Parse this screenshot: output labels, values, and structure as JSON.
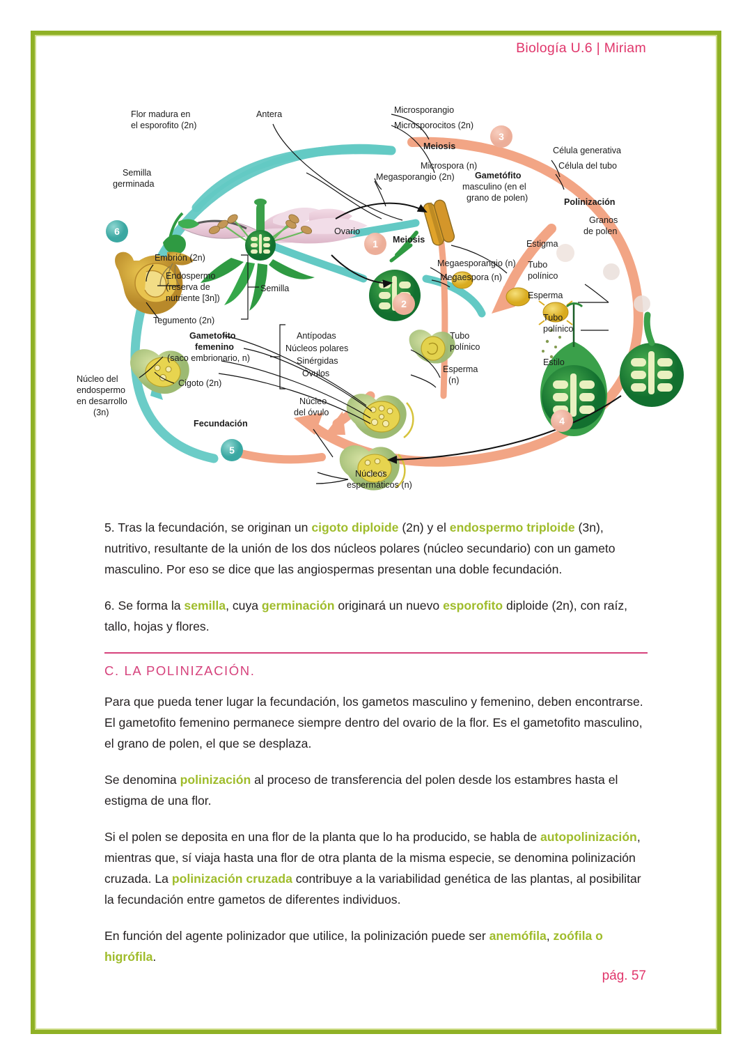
{
  "header": {
    "title": "Biología U.6  |  Miriam"
  },
  "footer": {
    "page_label": "pág. 57"
  },
  "colors": {
    "frame_green": "#8fb125",
    "frame_green_light": "#cfdd8c",
    "accent_pink": "#e0366b",
    "rule_pink": "#d6427c",
    "highlight_green": "#9fbc2b",
    "cycle_teal": "#63c9c4",
    "cycle_salmon": "#f2a585",
    "ovary_green": "#1e8a3c"
  },
  "figure": {
    "name": "ciclo-vital-angiospermas",
    "labels": {
      "flor_madura": "Flor madura en\nel esporofito (2n)",
      "flor_madura_l1": "Flor madura en",
      "flor_madura_l2": "el esporofito (2n)",
      "antera": "Antera",
      "microsporangio": "Microsporangio",
      "microsporocitos": "Microsporocitos (2n)",
      "meiosis_sup": "Meiosis",
      "microspora": "Microspora (n)",
      "megasporangio_2n": "Megasporangio (2n)",
      "ovario": "Ovario",
      "meiosis_inf": "Meiosis",
      "gametofito_masc_l1": "Gametófito",
      "gametofito_masc_l2": "masculino (en el",
      "gametofito_masc_l3": "grano de polen)",
      "celula_generativa": "Célula generativa",
      "celula_del_tubo": "Célula del tubo",
      "polinizacion": "Polinización",
      "granos_de_polen_l1": "Granos",
      "granos_de_polen_l2": "de polen",
      "estigma": "Estigma",
      "tubo_polinico_d_l1": "Tubo",
      "tubo_polinico_d_l2": "polínico",
      "esperma_d": "Esperma",
      "megaesporangio_n": "Megaesporangio (n)",
      "megaespora_n": "Megaespora (n)",
      "antipodas": "Antípodas",
      "nucleos_polares": "Núcleos polares",
      "sinergidas": "Sinérgidas",
      "ovulos": "Óvulos",
      "tubo_polinico_c_l1": "Tubo",
      "tubo_polinico_c_l2": "polínico",
      "esperma_c_l1": "Esperma",
      "esperma_c_l2": "(n)",
      "tubo_polinico_r_l1": "Tubo",
      "tubo_polinico_r_l2": "polínico",
      "estilo": "Estilo",
      "semilla_germinada_l1": "Semilla",
      "semilla_germinada_l2": "germinada",
      "embrion": "Embrión (2n)",
      "endospermo_l1": "Endospermo",
      "endospermo_l2": "(reserva de",
      "endospermo_l3": "nutriente [3n])",
      "tegumento": "Tegumento (2n)",
      "semilla_bracket": "Semilla",
      "gametofito_fem_l1": "Gametofito",
      "gametofito_fem_l2": "femenino",
      "gametofito_fem_l3": "(saco embrionario, n)",
      "cigoto": "Cigoto (2n)",
      "nucleo_endospermo_l1": "Núcleo del",
      "nucleo_endospermo_l2": "endospermo",
      "nucleo_endospermo_l3": "en desarrollo",
      "nucleo_endospermo_l4": "(3n)",
      "fecundacion": "Fecundación",
      "nucleo_ovulo_l1": "Núcleo",
      "nucleo_ovulo_l2": "del óvulo",
      "nucleos_esperm_l1": "Núcleos",
      "nucleos_esperm_l2": "espermáticos (n)"
    },
    "step_markers": [
      "1",
      "2",
      "3",
      "4",
      "5",
      "6"
    ]
  },
  "body": {
    "p5": {
      "parts": [
        {
          "t": "5. Tras la fecundación, se originan un ",
          "hl": false
        },
        {
          "t": "cigoto diploide",
          "hl": true
        },
        {
          "t": " (2n) y el ",
          "hl": false
        },
        {
          "t": "endospermo triploide",
          "hl": true
        },
        {
          "t": " (3n), nutritivo, resultante de la unión de los dos núcleos polares (núcleo secundario) con un gameto masculino. Por eso se dice que las angiospermas presentan una doble fecundación.",
          "hl": false
        }
      ]
    },
    "p6": {
      "parts": [
        {
          "t": "6. Se forma la ",
          "hl": false
        },
        {
          "t": "semilla",
          "hl": true
        },
        {
          "t": ", cuya ",
          "hl": false
        },
        {
          "t": "germinación",
          "hl": true
        },
        {
          "t": " originará un nuevo ",
          "hl": false
        },
        {
          "t": "esporofito",
          "hl": true
        },
        {
          "t": " diploide (2n), con raíz, tallo, hojas y flores.",
          "hl": false
        }
      ]
    },
    "section_c": {
      "heading": "C. LA POLINIZACIÓN.",
      "p1": {
        "parts": [
          {
            "t": "Para que pueda tener lugar la fecundación, los gametos masculino y femenino, deben encontrarse. El gametofito femenino permanece siempre dentro del ovario de la flor. Es el gametofito masculino, el grano de polen, el que se desplaza.",
            "hl": false
          }
        ]
      },
      "p2": {
        "parts": [
          {
            "t": "Se denomina ",
            "hl": false
          },
          {
            "t": "polinización",
            "hl": true
          },
          {
            "t": " al proceso de transferencia del polen desde los estambres hasta el estigma de una flor.",
            "hl": false
          }
        ]
      },
      "p3": {
        "parts": [
          {
            "t": " Si el polen se deposita en una flor de la planta que lo ha producido, se habla de ",
            "hl": false
          },
          {
            "t": "autopolinización",
            "hl": true
          },
          {
            "t": ", mientras que, sí viaja hasta una flor de otra planta de la misma especie, se denomina polinización cruzada. La ",
            "hl": false
          },
          {
            "t": "polinización cruzada",
            "hl": true
          },
          {
            "t": " contribuye a la variabilidad genética de las plantas, al posibilitar la fecundación entre gametos de diferentes individuos.",
            "hl": false
          }
        ]
      },
      "p4": {
        "parts": [
          {
            "t": "En función del agente polinizador que utilice, la polinización puede ser ",
            "hl": false
          },
          {
            "t": "anemófila",
            "hl": true
          },
          {
            "t": ", ",
            "hl": false
          },
          {
            "t": "zoófila o higrófila",
            "hl": true
          },
          {
            "t": ".",
            "hl": false
          }
        ]
      }
    }
  }
}
